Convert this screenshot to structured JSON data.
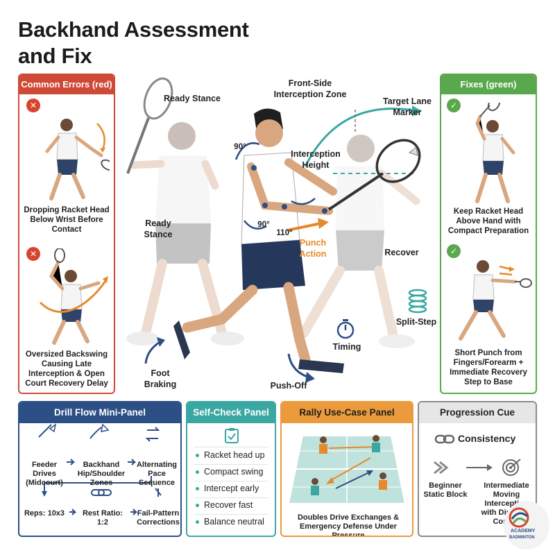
{
  "title": {
    "line1": "Backhand Assessment",
    "line2": "and Fix"
  },
  "errors_panel": {
    "header": "Common Errors (red)",
    "items": [
      {
        "icon": "cross-icon",
        "caption": "Dropping Racket Head Below Wrist Before Contact"
      },
      {
        "icon": "cross-icon",
        "caption": "Oversized Backswing Causing Late Interception & Open Court Recovery Delay"
      }
    ]
  },
  "fixes_panel": {
    "header": "Fixes (green)",
    "items": [
      {
        "icon": "check-icon",
        "caption": "Keep Racket Head Above Hand with Compact Preparation"
      },
      {
        "icon": "check-icon",
        "caption": "Short Punch from Fingers/Forearm + Immediate Recovery Step to Base"
      }
    ]
  },
  "center": {
    "ready_stance_top": "Ready Stance",
    "ready_stance_mid": "Ready Stance",
    "front_zone": "Front-Side Interception Zone",
    "target_marker": "Target Lane Marker",
    "interception_height": "Interception Height",
    "angle_90_top": "90°",
    "angle_90_low": "90°",
    "angle_110": "110°",
    "punch_action": "Punch Action",
    "recover": "Recover",
    "split_step": "Split-Step",
    "timing": "Timing",
    "foot_braking": "Foot Braking",
    "push_off": "Push-Off"
  },
  "drill_panel": {
    "header": "Drill Flow Mini-Panel",
    "steps": [
      "Feeder Drives (Midcourt)",
      "Backhand Hip/Shoulder Zones",
      "Alternating Pace Sequence",
      "Reps: 10x3",
      "Rest Ratio: 1:2",
      "Fail-Pattern Corrections"
    ]
  },
  "check_panel": {
    "header": "Self-Check Panel",
    "items": [
      "Racket head up",
      "Compact swing",
      "Intercept early",
      "Recover fast",
      "Balance neutral"
    ]
  },
  "rally_panel": {
    "header": "Rally Use-Case Panel",
    "caption": "Doubles Drive Exchanges & Emergency Defense Under Pressure"
  },
  "progression_panel": {
    "header": "Progression Cue",
    "cue": "Consistency",
    "beginner": "Beginner Static Block",
    "intermediate": "Intermediate Moving Interception with Direction Control"
  },
  "logo": {
    "line1": "ACADEMY",
    "line2": "BADMINTON"
  },
  "colors": {
    "error_red": "#cf4a36",
    "fix_green": "#5aa84d",
    "drill_navy": "#2c4f86",
    "check_teal": "#3ba7a3",
    "rally_orange": "#eb9a3c",
    "prog_gray": "#8b8b8b"
  }
}
